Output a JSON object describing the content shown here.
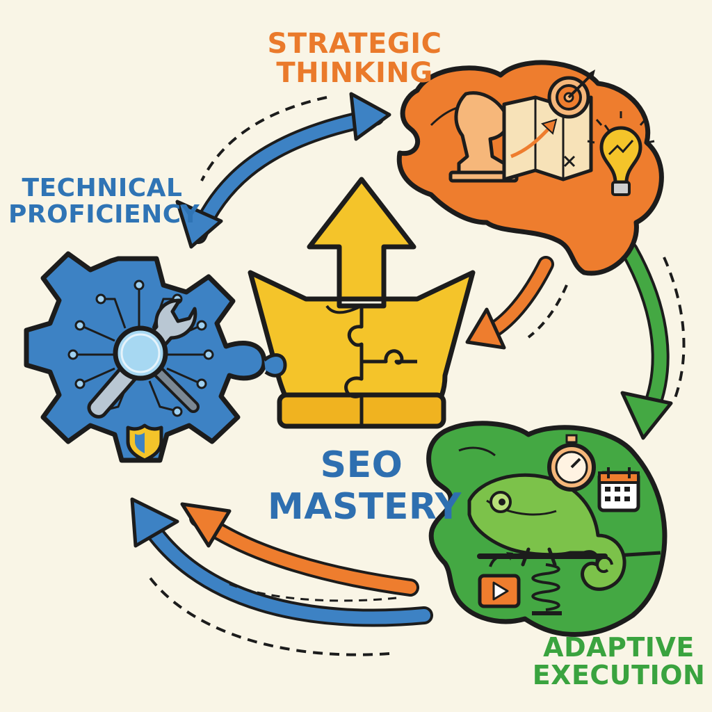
{
  "labels": {
    "strategic": [
      "STRATEGIC",
      "THINKING"
    ],
    "technical": [
      "TECHNICAL",
      "PROFICIENCY"
    ],
    "adaptive": [
      "ADAPTIVE",
      "EXECUTION"
    ],
    "center": [
      "SEO",
      "MASTERY"
    ]
  },
  "colors": {
    "background": "#f9f5e6",
    "outline": "#1c1c1c",
    "orange": "#ee7d2e",
    "blue": "#3d82c4",
    "green": "#44a843",
    "gold": "#f4c42a",
    "strategic_text": "#ea7a2b",
    "technical_text": "#2f74b5",
    "adaptive_text": "#3aa33f",
    "center_text": "#2e6fb0"
  },
  "icons": {
    "strategic": [
      "brain-puzzle-icon",
      "chess-knight-icon",
      "map-icon",
      "target-icon",
      "lightbulb-icon"
    ],
    "technical": [
      "gear-puzzle-icon",
      "circuit-icon",
      "magnifier-icon",
      "wrench-icon",
      "shield-icon"
    ],
    "adaptive": [
      "head-puzzle-icon",
      "chameleon-icon",
      "stopwatch-icon",
      "calendar-icon",
      "video-play-icon",
      "spring-icon"
    ],
    "center": [
      "crown-puzzle-icon",
      "up-arrow-icon"
    ]
  }
}
